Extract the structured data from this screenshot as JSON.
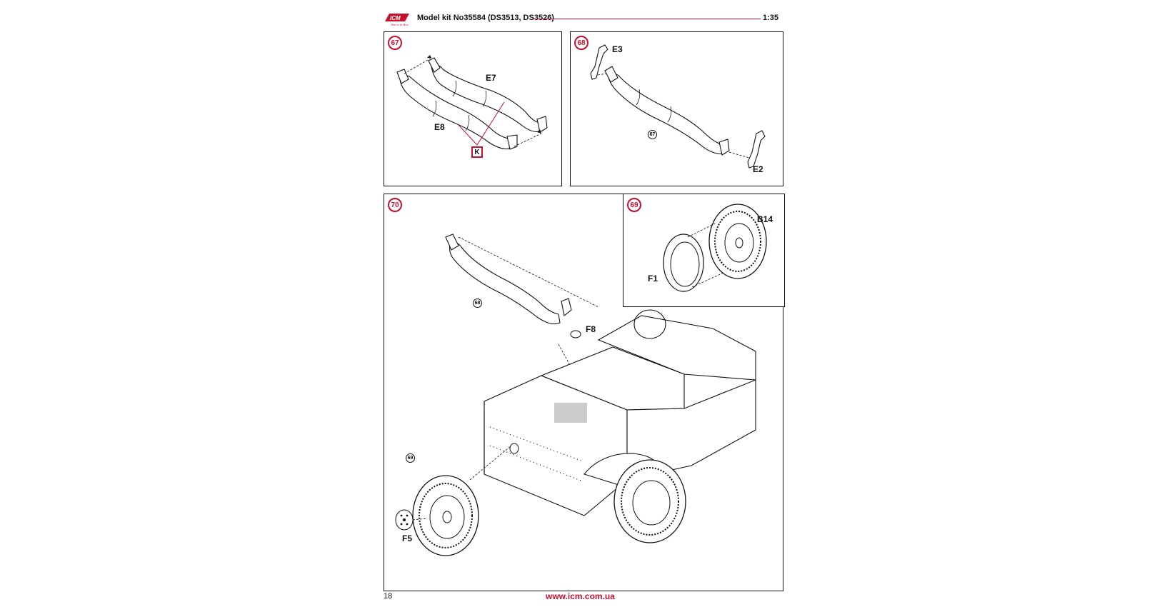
{
  "header": {
    "brand": "ICM",
    "title": "Model kit No35584 (DS3513, DS3526)",
    "scale": "1:35",
    "accent_color": "#c8102e"
  },
  "steps": {
    "s67": {
      "number": "67",
      "labels": {
        "e7": "E7",
        "e8": "E8",
        "k": "K"
      }
    },
    "s68": {
      "number": "68",
      "labels": {
        "e3": "E3",
        "e2": "E2",
        "ref": "67"
      }
    },
    "s70": {
      "number": "70",
      "labels": {
        "f8": "F8",
        "f5": "F5",
        "ref68": "68",
        "ref69": "69"
      }
    },
    "s69": {
      "number": "69",
      "labels": {
        "b14": "B14",
        "f1": "F1"
      }
    }
  },
  "footer": {
    "page_number": "18",
    "url": "www.icm.com.ua"
  },
  "icons": [
    "icm-logo-icon",
    "tarp-part-icon",
    "wheel-icon",
    "vehicle-body-icon"
  ]
}
